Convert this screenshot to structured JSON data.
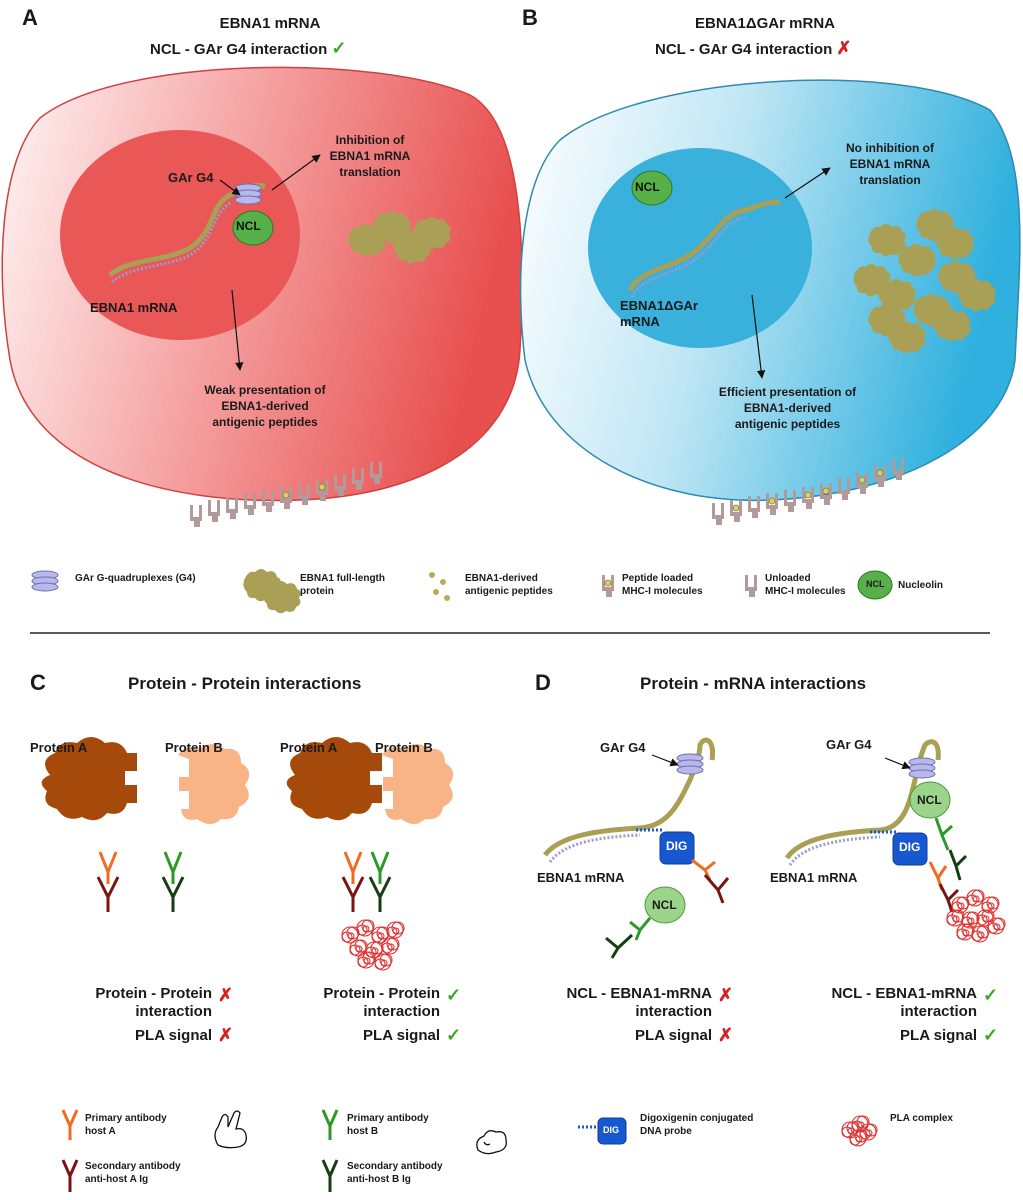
{
  "panels": {
    "a": {
      "letter": "A",
      "title": "EBNA1 mRNA",
      "subtitle": "NCL - GAr G4 interaction",
      "status_mark": "✓",
      "g4_label": "GAr G4",
      "ncl_label": "NCL",
      "mrna_label": "EBNA1 mRNA",
      "outcome_translation": [
        "Inhibition of",
        "EBNA1 mRNA",
        "translation"
      ],
      "outcome_presentation": [
        "Weak presentation of",
        "EBNA1-derived",
        "antigenic peptides"
      ]
    },
    "b": {
      "letter": "B",
      "title": "EBNA1ΔGAr mRNA",
      "subtitle": "NCL - GAr G4 interaction",
      "status_mark": "✗",
      "ncl_label": "NCL",
      "mrna_label": [
        "EBNA1ΔGAr",
        "mRNA"
      ],
      "outcome_translation": [
        "No inhibition of",
        "EBNA1 mRNA",
        "translation"
      ],
      "outcome_presentation": [
        "Efficient presentation of",
        "EBNA1-derived",
        "antigenic peptides"
      ]
    },
    "c": {
      "letter": "C",
      "title": "Protein - Protein  interactions",
      "protein_a": "Protein A",
      "protein_b": "Protein B",
      "left_result": {
        "line1": "Protein - Protein",
        "line2": "interaction",
        "mark1": "✗",
        "pla": "PLA signal",
        "mark2": "✗"
      },
      "right_result": {
        "line1": "Protein - Protein",
        "line2": "interaction",
        "mark1": "✓",
        "pla": "PLA signal",
        "mark2": "✓"
      }
    },
    "d": {
      "letter": "D",
      "title": "Protein - mRNA  interactions",
      "g4_label": "GAr G4",
      "mrna_label": "EBNA1 mRNA",
      "ncl_label": "NCL",
      "dig_label": "DIG",
      "left_result": {
        "line1": "NCL - EBNA1-mRNA",
        "line2": "interaction",
        "mark1": "✗",
        "pla": "PLA signal",
        "mark2": "✗"
      },
      "right_result": {
        "line1": "NCL - EBNA1-mRNA",
        "line2": "interaction",
        "mark1": "✓",
        "pla": "PLA signal",
        "mark2": "✓"
      }
    }
  },
  "legend_top": [
    {
      "icon": "g4-icon",
      "text": [
        "GAr G-quadruplexes (G4)"
      ]
    },
    {
      "icon": "protein-icon",
      "text": [
        "EBNA1 full-length",
        "protein"
      ]
    },
    {
      "icon": "peptide-icon",
      "text": [
        "EBNA1-derived",
        "antigenic peptides"
      ]
    },
    {
      "icon": "mhc-loaded-icon",
      "text": [
        "Peptide loaded",
        "MHC-I molecules"
      ]
    },
    {
      "icon": "mhc-unloaded-icon",
      "text": [
        "Unloaded",
        "MHC-I molecules"
      ]
    },
    {
      "icon": "ncl-icon",
      "text": [
        "Nucleolin"
      ]
    }
  ],
  "legend_bottom": [
    {
      "icon": "primary-antibody-a-icon",
      "text": [
        "Primary antibody",
        "host A"
      ]
    },
    {
      "icon": "secondary-antibody-a-icon",
      "text": [
        "Secondary antibody",
        "anti-host A Ig"
      ]
    },
    {
      "icon": "primary-antibody-b-icon",
      "text": [
        "Primary antibody",
        "host B"
      ]
    },
    {
      "icon": "secondary-antibody-b-icon",
      "text": [
        "Secondary antibody",
        "anti-host B Ig"
      ]
    },
    {
      "icon": "dig-probe-icon",
      "text": [
        "Digoxigenin conjugated",
        "DNA probe"
      ]
    },
    {
      "icon": "pla-complex-icon",
      "text": [
        "PLA complex"
      ]
    }
  ],
  "colors": {
    "cell_a": "#e85a5a",
    "nucleus_a": "#ea4f4f",
    "cell_b": "#4ab9df",
    "nucleus_b": "#3ab0dc",
    "protein": "#a9a055",
    "ncl": "#58b04a",
    "g4": "#a8a8e0",
    "mhc": "#b29a9a",
    "protein_a": "#a64a0c",
    "protein_b": "#f8b487",
    "primary_a": "#f26b22",
    "secondary_a": "#7a1410",
    "primary_b": "#2c9a28",
    "secondary_b": "#173d14",
    "dig": "#1758d0",
    "pla": "#e03030",
    "check": "#3aa822",
    "cross": "#d82020"
  }
}
